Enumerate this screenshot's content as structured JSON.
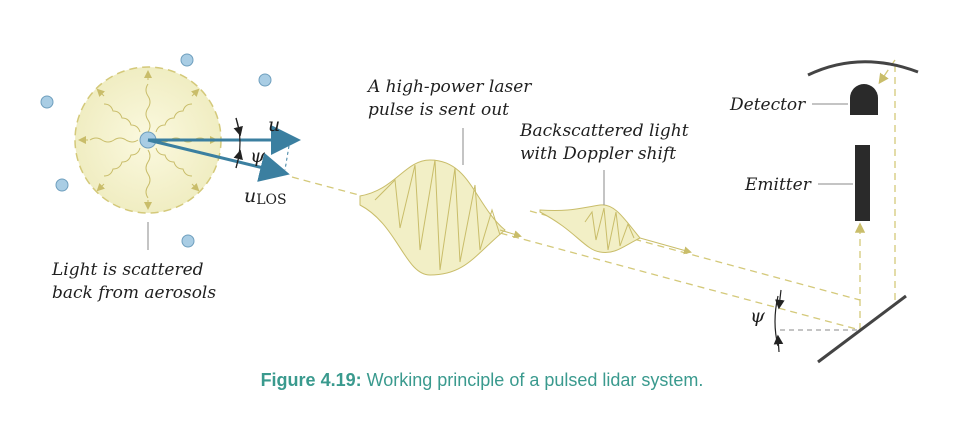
{
  "labels": {
    "laser_pulse_line1": "A high-power laser",
    "laser_pulse_line2": "pulse is sent out",
    "backscatter_line1": "Backscattered light",
    "backscatter_line2": "with Doppler shift",
    "scatter_line1": "Light is scattered",
    "scatter_line2": "back from aerosols",
    "detector": "Detector",
    "emitter": "Emitter"
  },
  "symbols": {
    "velocity": "u",
    "angle": "ψ",
    "los_velocity": "u",
    "los_subscript": "LOS",
    "mirror_angle": "ψ"
  },
  "caption": {
    "number": "Figure 4.19:",
    "text": " Working principle of a pulsed lidar system."
  },
  "colors": {
    "caption": "#3a9a8e",
    "arrow": "#3b7fa0",
    "dashed_beam": "#d4c97a",
    "fill": "#f2efc6",
    "aerosol": "#a9cde4"
  }
}
